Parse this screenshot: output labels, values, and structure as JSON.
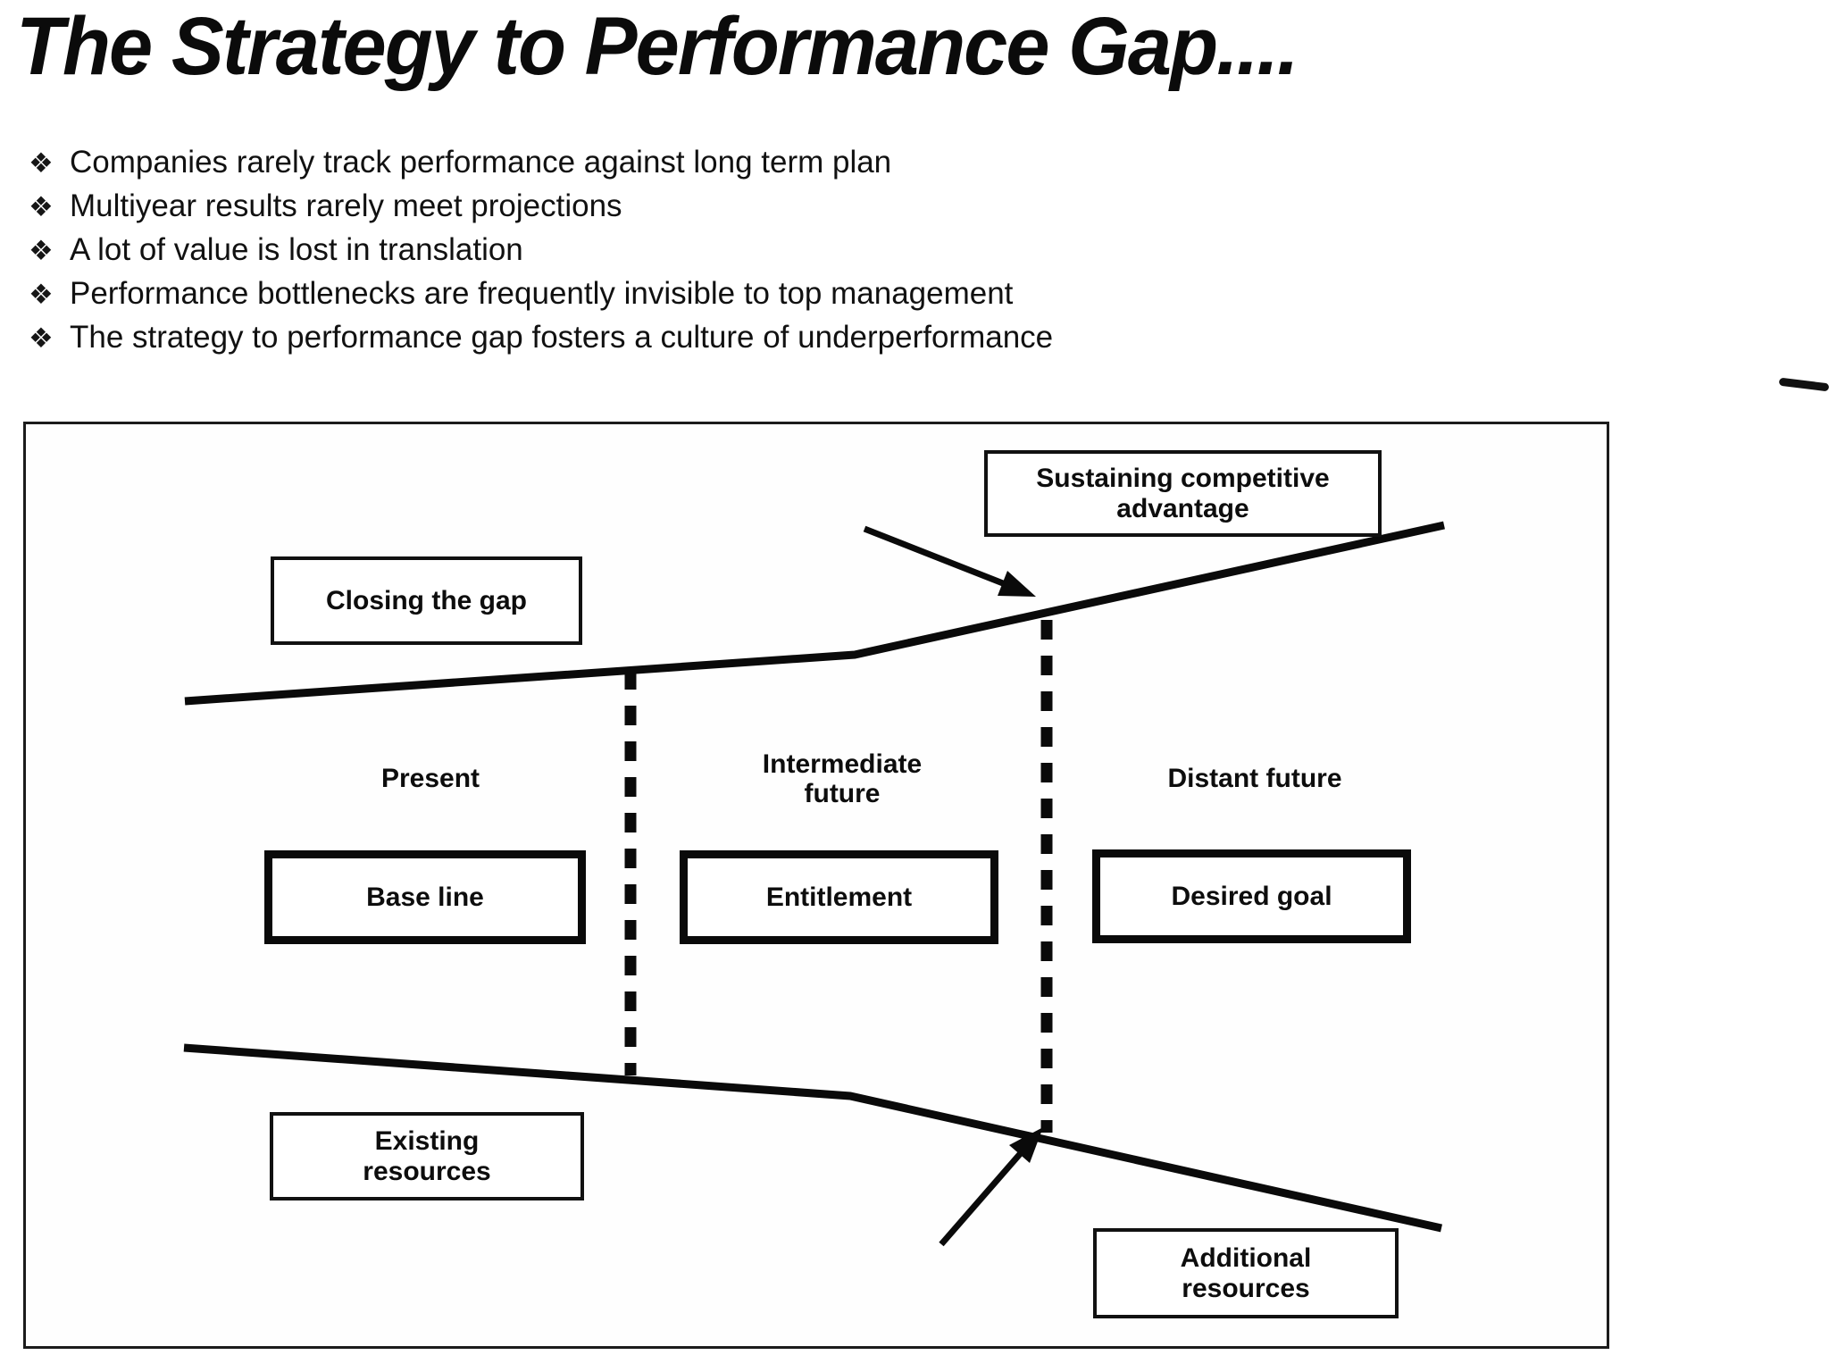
{
  "colors": {
    "ink": "#111111",
    "diagram_ink": "#0d0d0d",
    "background": "#ffffff"
  },
  "title": "The Strategy to Performance Gap....",
  "bullets": {
    "glyph": "❖",
    "items": [
      "Companies rarely track performance against long term plan",
      "Multiyear results rarely meet projections",
      "A lot of value is lost in translation",
      "Performance bottlenecks are frequently invisible to top management",
      "The strategy to performance gap fosters a culture of underperformance"
    ]
  },
  "diagram": {
    "sustaining_box": {
      "line1": "Sustaining competitive",
      "line2": "advantage"
    },
    "closing_box": {
      "label": "Closing the gap"
    },
    "columns": {
      "present": "Present",
      "intermediate_line1": "Intermediate",
      "intermediate_line2": "future",
      "distant": "Distant future"
    },
    "value_boxes": {
      "baseline": "Base line",
      "entitlement": "Entitlement",
      "desired_goal": "Desired goal"
    },
    "existing_box": {
      "line1": "Existing",
      "line2": "resources"
    },
    "additional_box": {
      "line1": "Additional",
      "line2": "resources"
    }
  }
}
